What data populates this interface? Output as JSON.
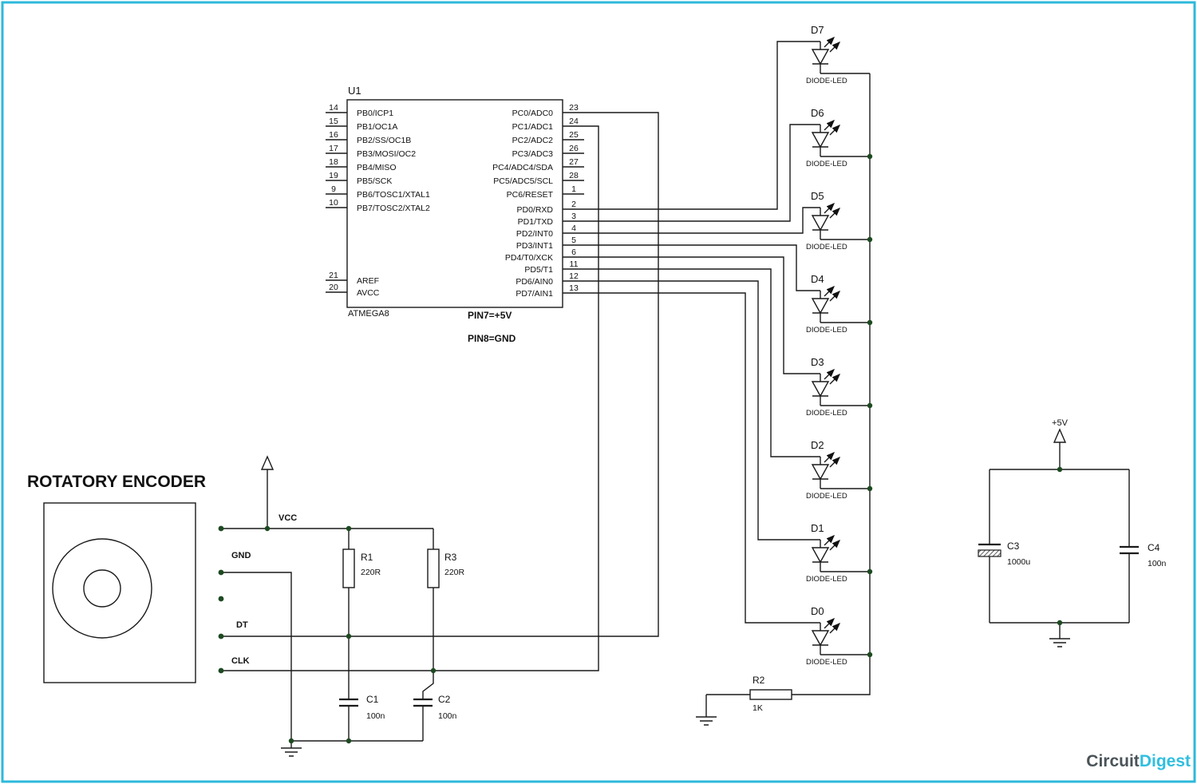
{
  "theme": {
    "border": "#2cb9da",
    "wire": "#1a1a1a",
    "dot": "#1d4a21",
    "logo1": "#4a5358",
    "logo2": "#2fbfdf"
  },
  "mcu": {
    "ref": "U1",
    "part": "ATMEGA8",
    "note1": "PIN7=+5V",
    "note2": "PIN8=GND",
    "left_pins": [
      {
        "num": "14",
        "name": "PB0/ICP1"
      },
      {
        "num": "15",
        "name": "PB1/OC1A"
      },
      {
        "num": "16",
        "name": "PB2/SS/OC1B"
      },
      {
        "num": "17",
        "name": "PB3/MOSI/OC2"
      },
      {
        "num": "18",
        "name": "PB4/MISO"
      },
      {
        "num": "19",
        "name": "PB5/SCK"
      },
      {
        "num": "9",
        "name": "PB6/TOSC1/XTAL1"
      },
      {
        "num": "10",
        "name": "PB7/TOSC2/XTAL2"
      },
      {
        "num": "21",
        "name": "AREF"
      },
      {
        "num": "20",
        "name": "AVCC"
      }
    ],
    "right_pins": [
      {
        "num": "23",
        "name": "PC0/ADC0"
      },
      {
        "num": "24",
        "name": "PC1/ADC1"
      },
      {
        "num": "25",
        "name": "PC2/ADC2"
      },
      {
        "num": "26",
        "name": "PC3/ADC3"
      },
      {
        "num": "27",
        "name": "PC4/ADC4/SDA"
      },
      {
        "num": "28",
        "name": "PC5/ADC5/SCL"
      },
      {
        "num": "1",
        "name": "PC6/RESET"
      },
      {
        "num": "2",
        "name": "PD0/RXD"
      },
      {
        "num": "3",
        "name": "PD1/TXD"
      },
      {
        "num": "4",
        "name": "PD2/INT0"
      },
      {
        "num": "5",
        "name": "PD3/INT1"
      },
      {
        "num": "6",
        "name": "PD4/T0/XCK"
      },
      {
        "num": "11",
        "name": "PD5/T1"
      },
      {
        "num": "12",
        "name": "PD6/AIN0"
      },
      {
        "num": "13",
        "name": "PD7/AIN1"
      }
    ]
  },
  "encoder": {
    "title": "ROTATORY ENCODER",
    "vcc": "VCC",
    "gnd": "GND",
    "dt": "DT",
    "clk": "CLK"
  },
  "resistors": {
    "r1": {
      "ref": "R1",
      "value": "220R"
    },
    "r3": {
      "ref": "R3",
      "value": "220R"
    },
    "r2": {
      "ref": "R2",
      "value": "1K"
    }
  },
  "capacitors": {
    "c1": {
      "ref": "C1",
      "value": "100n"
    },
    "c2": {
      "ref": "C2",
      "value": "100n"
    },
    "c3": {
      "ref": "C3",
      "value": "1000u"
    },
    "c4": {
      "ref": "C4",
      "value": "100n"
    }
  },
  "leds": [
    {
      "ref": "D7",
      "label": "DIODE-LED"
    },
    {
      "ref": "D6",
      "label": "DIODE-LED"
    },
    {
      "ref": "D5",
      "label": "DIODE-LED"
    },
    {
      "ref": "D4",
      "label": "DIODE-LED"
    },
    {
      "ref": "D3",
      "label": "DIODE-LED"
    },
    {
      "ref": "D2",
      "label": "DIODE-LED"
    },
    {
      "ref": "D1",
      "label": "DIODE-LED"
    },
    {
      "ref": "D0",
      "label": "DIODE-LED"
    }
  ],
  "power": {
    "plus5v": "+5V"
  },
  "logo": {
    "part1": "Circuit",
    "part2": "Digest"
  }
}
